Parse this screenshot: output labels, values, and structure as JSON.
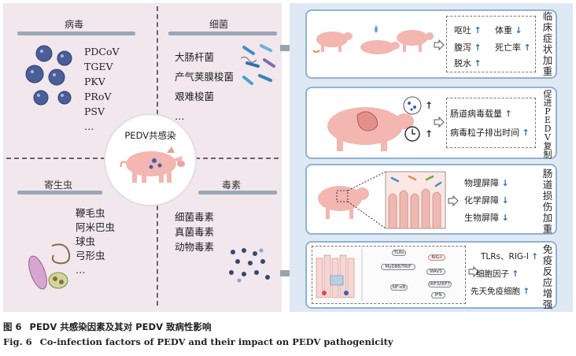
{
  "quadrants": {
    "virus": {
      "title": "病毒",
      "items": [
        "PDCoV",
        "TGEV",
        "PKV",
        "PRoV",
        "PSV",
        "…"
      ]
    },
    "bacteria": {
      "title": "细菌",
      "items": [
        "大肠杆菌",
        "产气荚膜梭菌",
        "艰难梭菌",
        "…"
      ]
    },
    "parasite": {
      "title": "寄生虫",
      "items": [
        "鞭毛虫",
        "阿米巴虫",
        "球虫",
        "弓形虫",
        "…"
      ]
    },
    "toxin": {
      "title": "毒素",
      "items": [
        "细菌毒素",
        "真菌毒素",
        "动物毒素"
      ]
    }
  },
  "center": {
    "label": "PEDV共感染"
  },
  "outcomes": [
    {
      "side_label": [
        "临",
        "床",
        "症",
        "状",
        "加",
        "重"
      ],
      "effects": [
        {
          "text": "呕吐",
          "dir": "up"
        },
        {
          "text": "体重",
          "dir": "down"
        },
        {
          "text": "腹泻",
          "dir": "up"
        },
        {
          "text": "死亡率",
          "dir": "up"
        },
        {
          "text": "脱水",
          "dir": "up"
        }
      ]
    },
    {
      "side_label": [
        "促",
        "进",
        "P",
        "E",
        "D",
        "V",
        "复",
        "制"
      ],
      "effects": [
        {
          "text": "肠道病毒载量",
          "dir": "up"
        },
        {
          "text": "病毒粒子排出时间",
          "dir": "up"
        }
      ]
    },
    {
      "side_label": [
        "肠",
        "道",
        "损",
        "伤",
        "加",
        "重"
      ],
      "effects": [
        {
          "text": "物理屏障",
          "dir": "down"
        },
        {
          "text": "化学屏障",
          "dir": "down"
        },
        {
          "text": "生物屏障",
          "dir": "down"
        }
      ]
    },
    {
      "side_label": [
        "免",
        "疫",
        "反",
        "应",
        "增",
        "强"
      ],
      "effects": [
        {
          "text": "TLRs、RIG-I",
          "dir": "up"
        },
        {
          "text": "细胞因子",
          "dir": "up"
        },
        {
          "text": "先天免疫细胞",
          "dir": "up"
        }
      ],
      "pathway_nodes": [
        "TLRs",
        "MyD88/TRIF",
        "RIG-I",
        "MAVS",
        "NF-κB",
        "IRF3/IRF7",
        "IFN"
      ]
    }
  ],
  "arrow_symbols": {
    "up": "↑",
    "down": "↓"
  },
  "caption": {
    "cn_fig": "图 6",
    "cn_text": "PEDV 共感染因素及其对 PEDV 致病性影响",
    "en_fig": "Fig. 6",
    "en_text": "Co-infection factors of PEDV and their impact on PEDV pathogenicity"
  },
  "colors": {
    "left_bg": "#f1e7ec",
    "right_bg": "#dfe9f4",
    "accent_blue": "#2d6fb0",
    "box_border": "#8fb2d4",
    "pig_pink": "#f3b6b0"
  }
}
